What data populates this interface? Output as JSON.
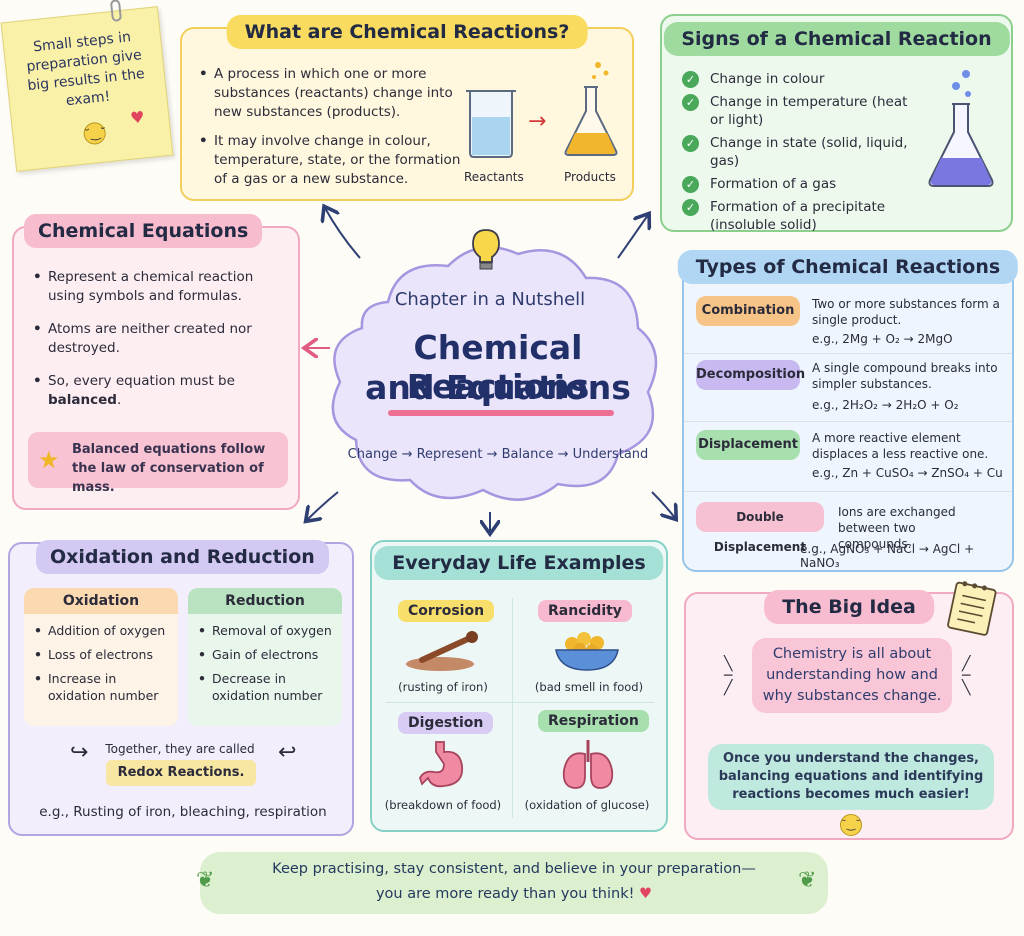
{
  "sticky": {
    "text": "Small steps in preparation give big results in the exam!"
  },
  "what": {
    "title": "What are Chemical Reactions?",
    "bullets": [
      "A process in which one or more substances (reactants) change into new substances (products).",
      "It may involve change in colour, temperature, state, or the formation of a gas or a new substance."
    ],
    "reactants_label": "Reactants",
    "products_label": "Products"
  },
  "signs": {
    "title": "Signs of a Chemical Reaction",
    "items": [
      "Change in colour",
      "Change in temperature (heat or light)",
      "Change in state (solid, liquid, gas)",
      "Formation of a gas",
      "Formation of a precipitate (insoluble solid)"
    ]
  },
  "equations": {
    "title": "Chemical Equations",
    "bullet1": "Represent a chemical reaction using symbols and formulas.",
    "bullet2": "Atoms are neither created nor destroyed.",
    "bullet3_pre": "So, every equation must be ",
    "bullet3_bold": "balanced",
    "bullet3_post": ".",
    "note": "Balanced equations follow the law of conservation of mass."
  },
  "center": {
    "subtitle": "Chapter in a Nutshell",
    "title_line1": "Chemical Reactions",
    "title_line2": "and Equations",
    "flow": "Change → Represent → Balance → Understand"
  },
  "types": {
    "title": "Types of Chemical Reactions",
    "items": [
      {
        "name": "Combination",
        "desc": "Two or more substances form a single product.",
        "eg": "e.g., 2Mg + O₂ → 2MgO"
      },
      {
        "name": "Decomposition",
        "desc": "A single compound breaks into simpler substances.",
        "eg": "e.g., 2H₂O₂ → 2H₂O + O₂"
      },
      {
        "name": "Displacement",
        "desc": "A more reactive element displaces a less reactive one.",
        "eg": "e.g., Zn + CuSO₄ → ZnSO₄ + Cu"
      },
      {
        "name": "Double Displacement",
        "desc": "Ions are exchanged between two compounds.",
        "eg": "e.g., AgNO₃ + NaCl → AgCl + NaNO₃"
      }
    ]
  },
  "redox": {
    "title": "Oxidation and Reduction",
    "oxidation_head": "Oxidation",
    "oxidation_items": [
      "Addition of oxygen",
      "Loss of electrons",
      "Increase in oxidation number"
    ],
    "reduction_head": "Reduction",
    "reduction_items": [
      "Removal of oxygen",
      "Gain of electrons",
      "Decrease in oxidation number"
    ],
    "together": "Together, they are called",
    "redox_label": "Redox Reactions.",
    "example": "e.g., Rusting of iron, bleaching, respiration"
  },
  "everyday": {
    "title": "Everyday Life Examples",
    "items": [
      {
        "name": "Corrosion",
        "caption": "(rusting of iron)"
      },
      {
        "name": "Rancidity",
        "caption": "(bad smell in food)"
      },
      {
        "name": "Digestion",
        "caption": "(breakdown of food)"
      },
      {
        "name": "Respiration",
        "caption": "(oxidation of glucose)"
      }
    ]
  },
  "bigidea": {
    "title": "The Big Idea",
    "statement": "Chemistry is all about understanding how and why substances change.",
    "note": "Once you understand the changes, balancing equations and identifying reactions becomes much easier!"
  },
  "footer": {
    "line1": "Keep practising, stay consistent, and believe in your preparation—",
    "line2": "you are more ready than you think!"
  },
  "colors": {
    "yellow": "#f7d94c",
    "green": "#8fd18f",
    "pink": "#f2a7bd",
    "blue": "#9cc6ea",
    "purple": "#b9a7e6",
    "teal": "#7fd1c7",
    "orange": "#f6b97a"
  }
}
